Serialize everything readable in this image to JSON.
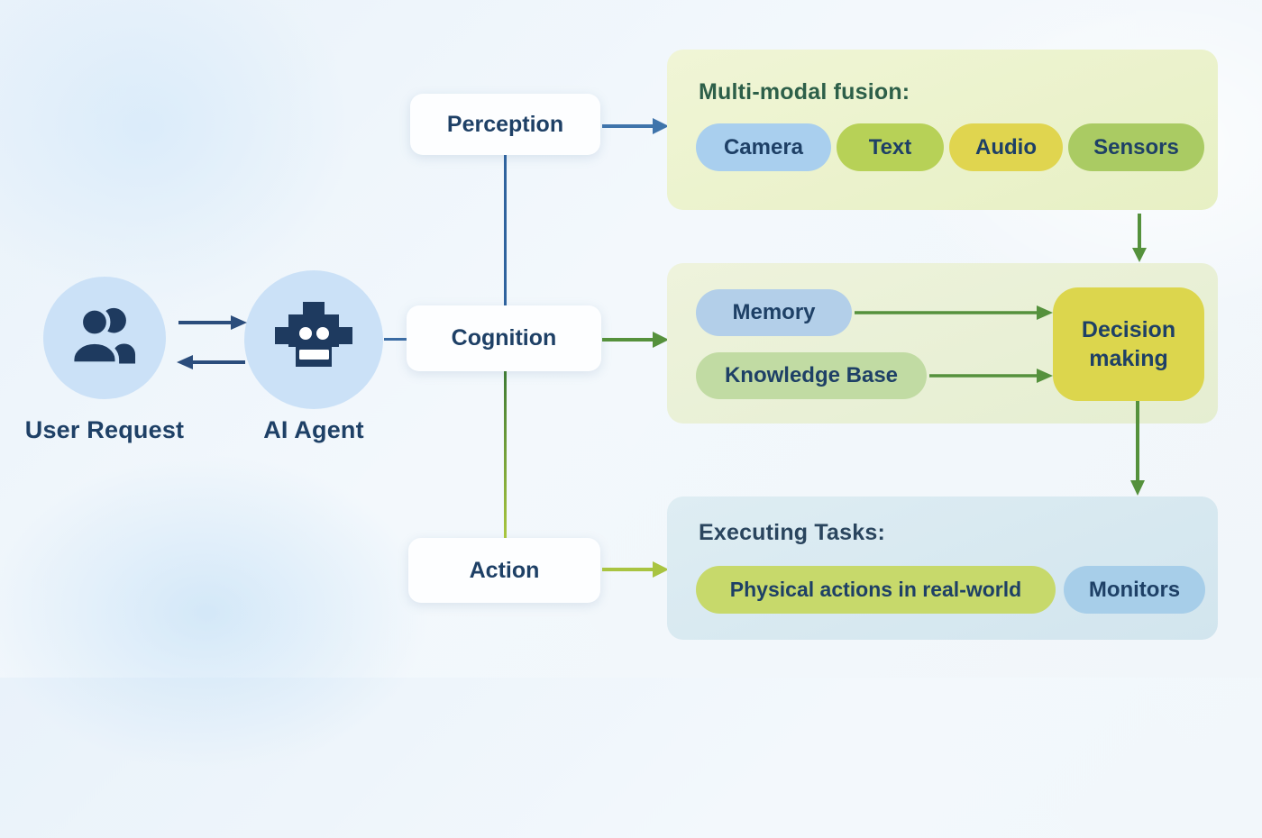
{
  "left": {
    "user_label": "User Request",
    "agent_label": "AI Agent"
  },
  "stages": {
    "perception": "Perception",
    "cognition": "Cognition",
    "action": "Action"
  },
  "fusion": {
    "title": "Multi-modal fusion:",
    "pills": [
      "Camera",
      "Text",
      "Audio",
      "Sensors"
    ]
  },
  "cognition_panel": {
    "memory": "Memory",
    "knowledge": "Knowledge Base",
    "decision": "Decision making"
  },
  "action_panel": {
    "title": "Executing Tasks:",
    "pills": [
      "Physical actions in real-world",
      "Monitors"
    ]
  },
  "icons": {
    "users": "users-icon",
    "robot": "robot-icon"
  },
  "colors": {
    "navy_text": "#1e4066",
    "icon_fill": "#1e3a5f",
    "circle_bg": "#cbe1f7",
    "arrow_dark_navy": "#2b4d7c",
    "arrow_steel_blue": "#3f74ab",
    "arrow_green": "#55913c",
    "arrow_lime": "#a9c441",
    "line_blue": "#2f639e",
    "line_gradient_top": "#3e7b35",
    "line_gradient_bottom": "#a9c63e",
    "panel_fusion_bg": "#eaf2cb",
    "panel_cognition_bg": "#e9f0d6",
    "panel_action_bg": "#d7e8f0",
    "pill_camera": "#a9cfee",
    "pill_text": "#b7d157",
    "pill_audio": "#e0d54f",
    "pill_sensors": "#aacb63",
    "pill_memory": "#b3cfe9",
    "pill_knowledge": "#c1dba3",
    "pill_physical": "#c7d96b",
    "pill_monitors": "#a7cee9",
    "decision_bg": "#dcd64d",
    "fusion_title_color": "#2d5f49",
    "action_title_color": "#2a455e"
  }
}
